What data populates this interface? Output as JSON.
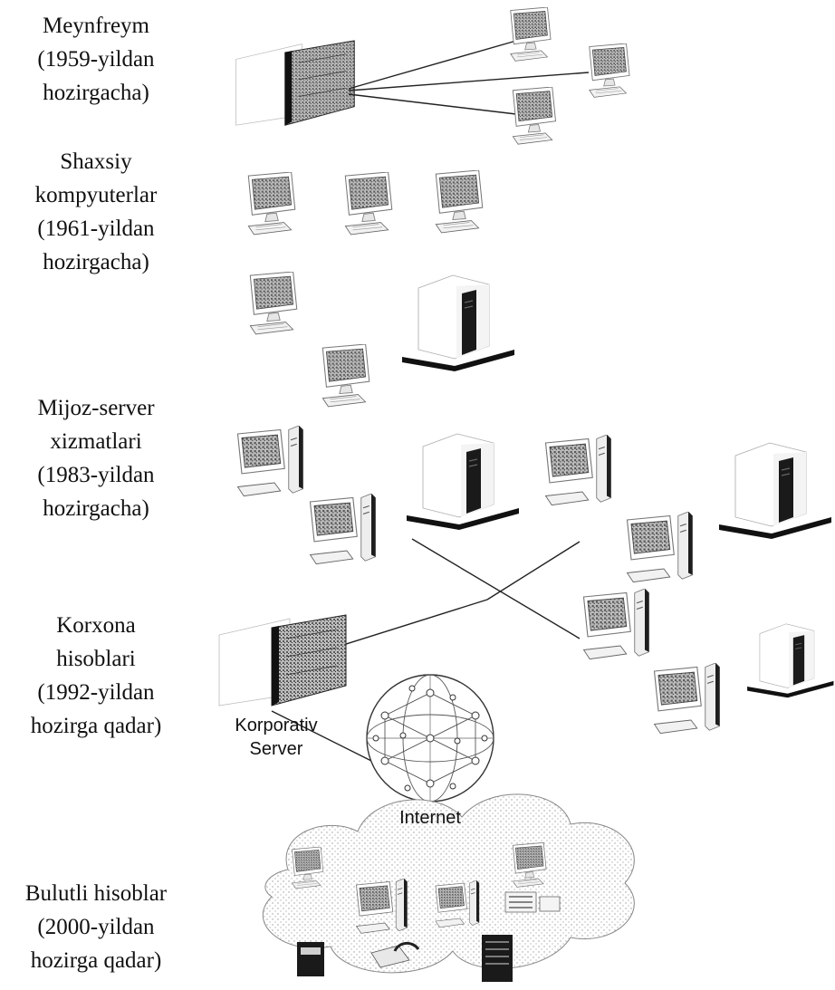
{
  "eras": [
    {
      "lines": [
        "Meynfreym",
        "(1959-yildan",
        "hozirgacha)"
      ]
    },
    {
      "lines": [
        "Shaxsiy",
        "kompyuterlar",
        "(1961-yildan",
        "hozirgacha)"
      ]
    },
    {
      "lines": [
        "Mijoz-server",
        "xizmatlari",
        "(1983-yildan",
        "hozirgacha)"
      ]
    },
    {
      "lines": [
        "Korxona",
        "hisoblari",
        "(1992-yildan",
        "hozirga qadar)"
      ]
    },
    {
      "lines": [
        "Bulutli hisoblar",
        "(2000-yildan",
        "hozirga qadar)"
      ]
    }
  ],
  "captions": {
    "corporate_server": [
      "Korporativ",
      "Server"
    ],
    "internet": "Internet"
  }
}
